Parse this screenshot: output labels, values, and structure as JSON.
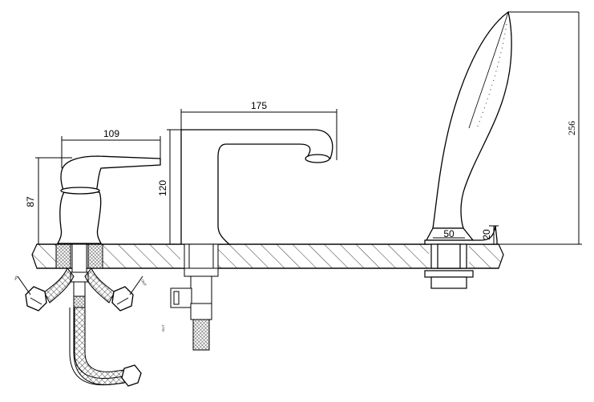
{
  "dimensions": {
    "handle_width": "109",
    "handle_height": "87",
    "spout_reach": "175",
    "spout_height": "120",
    "shower_height": "256",
    "base_width": "50",
    "base_height": "20"
  },
  "small_labels": {
    "left_hose": "HT",
    "right_hose": "OUT",
    "diverter_outlet": "OUT"
  },
  "colors": {
    "line": "#000000",
    "background": "#ffffff"
  }
}
